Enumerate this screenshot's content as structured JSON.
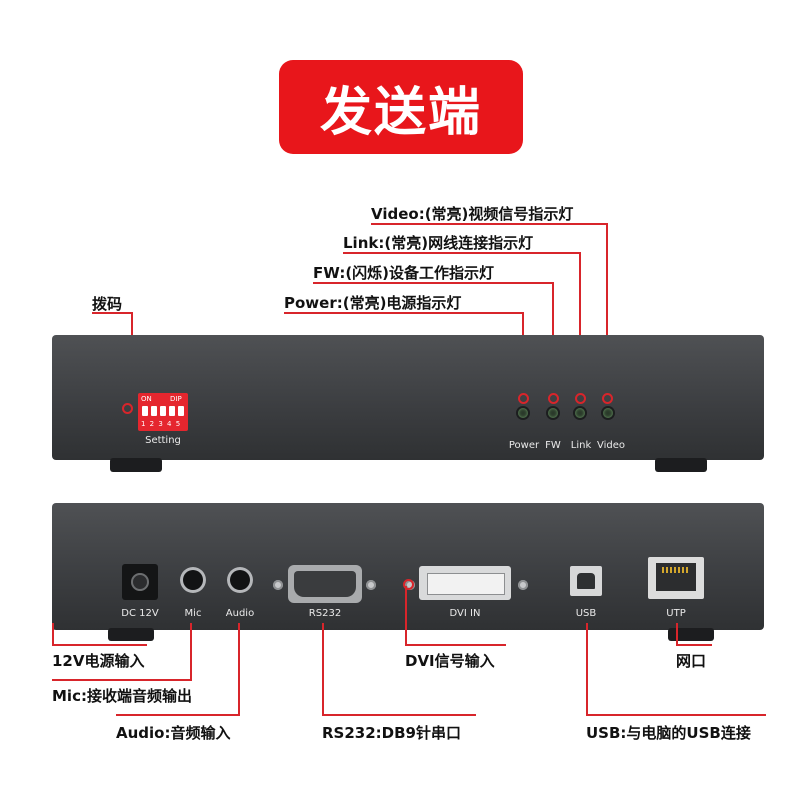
{
  "banner": {
    "title": "发送端"
  },
  "top_callouts": {
    "video": "Video:(常亮)视频信号指示灯",
    "link": "Link:(常亮)网线连接指示灯",
    "fw": "FW:(闪烁)设备工作指示灯",
    "power": "Power:(常亮)电源指示灯",
    "dip": "拨码"
  },
  "front_panel": {
    "dip_on": "ON",
    "dip_dip": "DIP",
    "dip_numbers": "1 2 3 4 5",
    "setting": "Setting",
    "led_labels": [
      "Power",
      "FW",
      "Link",
      "Video"
    ]
  },
  "rear_panel": {
    "dc": "DC 12V",
    "mic": "Mic",
    "audio": "Audio",
    "rs232": "RS232",
    "dvi": "DVI IN",
    "usb": "USB",
    "utp": "UTP"
  },
  "bottom_callouts": {
    "power_in": "12V电源输入",
    "mic_out": "Mic:接收端音频输出",
    "audio_in": "Audio:音频输入",
    "rs232": "RS232:DB9针串口",
    "dvi_in": "DVI信号输入",
    "usb": "USB:与电脑的USB连接",
    "lan": "网口"
  },
  "colors": {
    "accent": "#d8252b",
    "banner": "#e8161b",
    "chassis": "#3f4144"
  }
}
